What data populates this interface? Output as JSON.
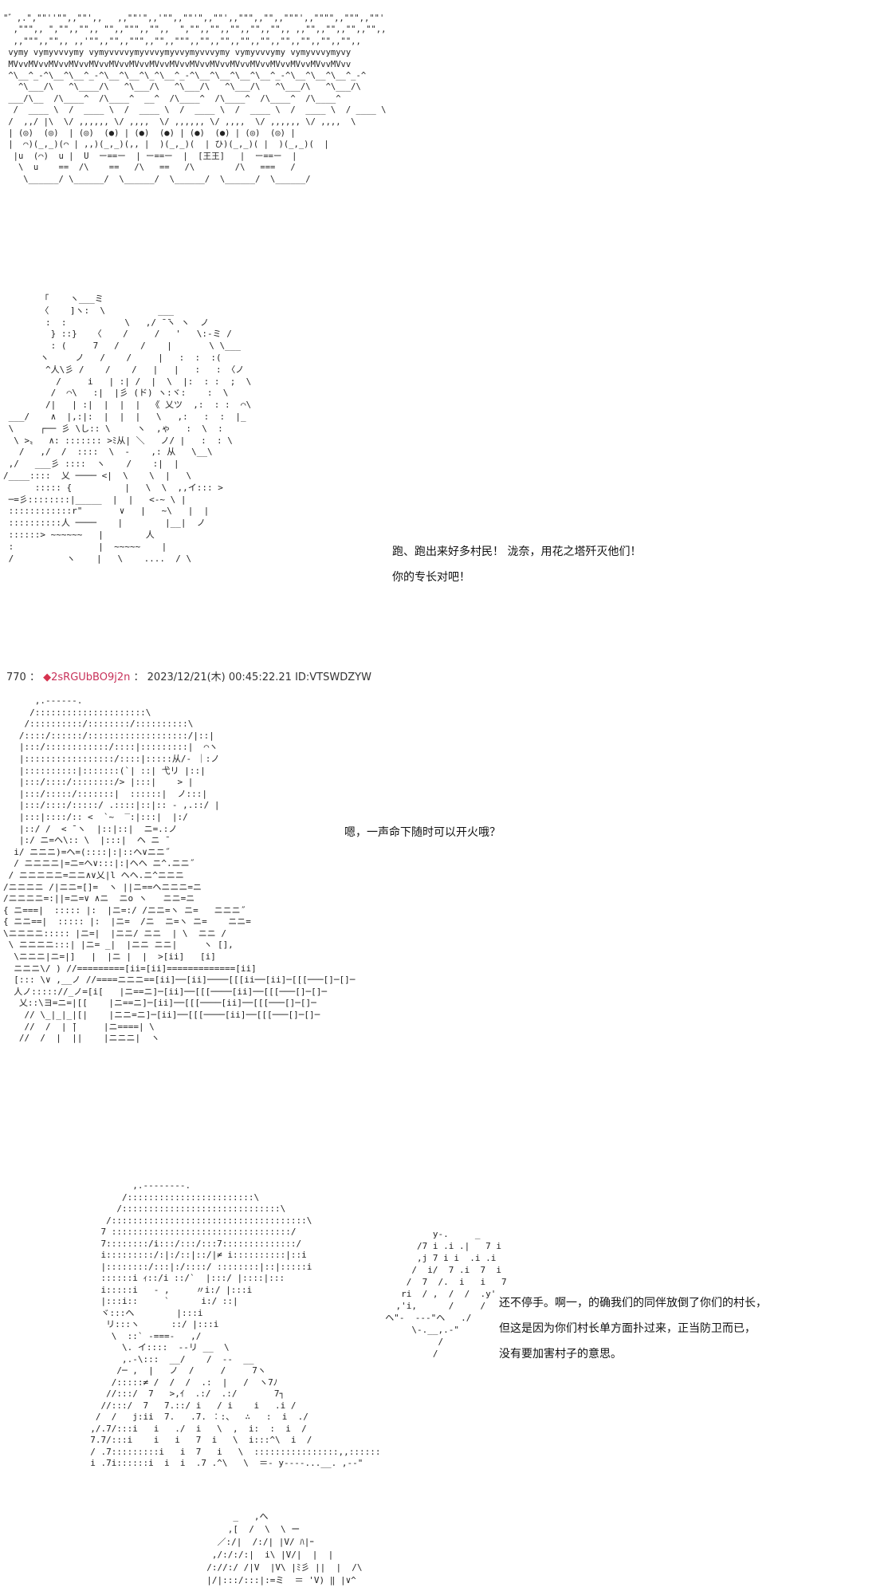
{
  "art": {
    "crowd": "\"゛,.\",\"\"''\"\",,\"\"',,   ,,\"\"'\",,'\"\",,\"\"'\",,\"\"',,\"\"\",,\"\",,\"\"\"',,\"\"\"\",,\"\"\",,\"\"'\n  ,\"\"\",, \",\"\",,\"\",, \"\",,\"\"\",,\"\",,  \",\"\",,\"\",,\"\",,\"\",,\"\",, ,,\"\",,\"\",,\"\",,\"\",,\n  ,,\"\"\",,\"\",, ,,'\"\",,\"\",,\"\"\",,\"\",,\"\"\",,\"\",,\"\",,\"\",,\"\",,\"\",,\"\",,\"\",,\"\",,\n vymy vymyvvvymy vymyvvvvymyvvvymyvvymyvvvymy vymyvvvymy vymyvvvymyvy\n MVvvMVvvMVvvMVvvMVvvMVvvMVvvMVvvMVvvMVvvMVvvMVvvMVvvMVvvMVvvMVvvMVvv\n ^\\__^_-^\\__^\\__^_-^\\__^\\__^\\_^\\__^_-^\\__^\\__^\\__^\\__^_-^\\__^\\__^\\__^_-^\n   ^\\___/\\   ^\\____/\\   ^\\___/\\   ^\\___/\\   ^\\___/\\   ^\\___/\\   ^\\___/\\\n ___/\\__  /\\____^  /\\____^  __^  /\\____^  /\\____^  /\\____^  /\\____^\n  /  ____ \\  /  ____ \\  /  ____ \\  /  ____ \\  /  ____ \\  /  ____ \\  / ____ \\\n /  ,,/ |\\  \\/ ,,,,,, \\/ ,,,,  \\/ ,,,,,, \\/ ,,,,  \\/ ,,,,,, \\/ ,,,,  \\\n | (◎)  (◎)  | (◎)  (●) | (●)  (●) | (●)  (●) | (◎)  (◎) |\n |  ⌒)(_,_)(⌒ | ,,)(_,_)(,, |  )(_,_)(  | ひ)(_,_)( |  )(_,_)(  |\n  |u  (⌒)  u |  U  ー==ー  | ー==ー  |  [王王]   |  ー==ー  |\n   \\  u    ==  /\\    ==   /\\   ==   /\\        /\\   ===   /\n    \\______/ \\______/  \\______/  \\______/  \\______/  \\______/",
    "girl_top": "       「    ヽ___ミ\n       〈    ]ヽ:  \\          ___\n        :  :           \\   ,/ ̄ ̄ヽ ヽ  ノ\n         } ::}   〈    /     /   '   \\:-ミ /\n         : (     7   /    /    |       \\ \\___\n       ヽ     ノ   /    /     |   :  :  :(\n        ^人\\彡 /    /    /   |   |   :   : 〈ノ\n          /     i   | :| /  |  \\  |:  : :  ;  \\\n         /  ⌒\\   :|  |彡 (ド) ヽ:ヾ:    :  \\\n        /|   | :|  |  |  |  《 乂ツ  ,:  : :  ⌒\\\n ___/    ∧  |,:|:  |  |  |   \\   ,:   :  :  |_\n \\     ┌── 彡 \\し:: \\     ヽ  ,ゃ   :  \\  :\n  \\ >〟  ∧: ::::::: >ﾐ从| ＼   ノ/ |   :  : \\\n   /   ,/  /  ::::  \\  -    ,: 从   \\__\\\n ,/   ___彡 ::::  ヽ    /    :|  |\n/____::::  乂 ──── <|  \\    \\  |   \\\n      ::::: {          |   \\  \\  ,,イ::: >\n ─=彡::::::::|_____  |  |   <-~ \\ |\n ::::::::::::r\"       ∨   |   ~\\   |  |\n ::::::::::人 ────    |        |__|  ノ\n ::::::> ~~~~~~   |        人\n :                |  ~~~~~    |\n /          ヽ    |   \\    ....  / \\",
    "gunner": "      ,.-‐‐‐‐-.\n     /:::::::::::::::::::::\\\n    /::::::::::/::::::::/::::::::::\\\n   /::::/::::::/:::::::::::::::::::/|::|\n   |:::/::::::::::::/::::|:::::::::|  ⌒ヽ\n   |:::::::::::::::::/::::|:::::从/- ｜:ノ\n   |::::::::::|:::::::(`| ::| 弋リ |::|\n   |:::/::::/::::::::/> |:::|    > |\n   |:::/:::::/:::::::|  ::::::|  ノ:::|\n   |:::/::::/:::::/ .::::|::|:: - ,.::/ |\n   |:::|::::/:: <  `~  ‾:|:::|  |:/\n   |::/ /  < ̄ ヽ  |::|::|  ニ=.:ノ\n   |:/ ニ=ヘ\\:: \\  |:::|  ヘ ニ ˉ\n  i/ ニニニ)=ヘ=(::::|:|::ヘ∨ニニ˝\n  / ニニニニ|=ニ=ヘ∨:::|:|ヘヘ ニ^.ニニ˝\n / ニニニニニ=ニニ∧∨乂|l ヘヘ.ニ^ニニニ\n/ニニニニ /|ニニ=[]=  ヽ ||ニ==ヘニニニ=ニ\n/ニニニニ=:||=ニ=∨ ∧ニ  ニo ヽ   ニニ=ニ\n{ ニ===|  ::::: |:  |ニ=:/ /ニニ=ヽ ニ=   ニニニ˝\n{ ニニ==|  ::::: |:  |ニ=  /ニ  ニ=ヽ ニ=    ニニ=\n\\ニニニニ::::: |ニ=|  |ニニ/ ニニ  | \\  ニニ /\n \\ ニニニニ:::| |ニ= _|  |ニニ ニニ|     ヽ [],\n  \\ニニニ|ニ=|]   |  |ニ |  |  >[ii]   [i]\n  ニニニ\\/ ) //=========[ii=[ii]=============[ii]\n  [::: \\∨ ,__ノ //====ニニニ==[ii]──[ii]────[[[ii──[ii]─[[[───[]─[]─\n  人ノ::::://_ノ=[i[   |ニ==ニ]─[ii]──[[[────[ii]──[[[───[]─[]─\n   乂::\\ヨ=ニ=|[[    |ニ==ニ]─[ii]──[[[────[ii]──[[[───[]─[]─\n    // \\_|_|_|[|    |ニニ=ニ]─[ii]──[[[────[ii]──[[[───[]─[]─\n    //  /  | ̄|     |ニ====| \\\n   //  /  |  ||    |ニニニ|  ヽ",
    "soldier": "          ,.--------.\n        /::::::::::::::::::::::::\\\n       /::::::::::::::::::::::::::::::\\\n     /:::::::::::::::::::::::::::::::::::::\\\n    7 ::::::::::::::::::::::::::::::::::/\n    7::::::::/i:::/:::/:::7::::::::::::::/\n    i:::::::::/:|:/::|::/|≠ i::::::::::|::i\n    |::::::::/:::|:/::::/ ::::::::|::|:::::i\n    ::::::i ｨ::/i ::/`  |:::/ |::::|:::\n    i:::::i   ‐ ,     〃i:/ |:::i\n    |:::i::     `      i:/ ::|\n    ヾ:::ヘ        |:::i\n     リ:::ヽ      ::/ |:::i\n      \\  ::` -===‐   ,/\n        \\. イ::::  ‐-リ __  \\\n        ,.-\\:::  __/    /  ‐-  __\n       /─ ,  |   ノ  /     /     7ヽ\n      /:::::≠ /  /  /  .:  |   /  ヽ7ﾉ\n     //:::/  7   >,ｲ  .:/  .:/       7┐\n    //:::/  7   7.::/ i   / i    i   .i /\n   /  /   j:ii  7.   .7. ︰:、  ∴   :  i  ./\n  ,/.7/:::i   i   ./  i   \\  ,  i:  :  i  /\n  7.7/:::i    i   i   7  i   \\  i:::^\\  i  /\n  / .7:::::::::i   i  7   i   \\  ::::::::::::::::,,::::::\n  i .7i::::::i  i  i  .7 .^\\   \\  ＝- y‐‐--...__. ,--\"",
    "hand": "           y-.     _\n        /7 i .i .|   7 i\n        ,j 7 i i  .i .i\n       /  i/  7 .i  7  i\n      /  7  /.  i   i   7\n     ri  / ,  /  /  .y'\n    ,'i,      /     /\n  ヘ\"-  ---\"ヘ   ./\n       \\-.__,.-\"\n            /\n           /",
    "bottom": "       _   ,へ\n      ,[  /  \\  \\ ー\n    ／:/|  /:/| |V/ ﾊ|ｰ\n   ,/:/:/:|  i\\ |V/|  |  |\n  /://:/ /|V  |V\\ |ﾐ彡 ||  |  /\\\n  |/|:::/:::|:=ミ  ＝ 'V) ‖ |∨^"
  },
  "dialogs": {
    "d1_line1": "跑、跑出来好多村民！  泷奈，用花之塔歼灭他们！",
    "d1_line2": "你的专长对吧！",
    "d2_line1": "嗯，一声命下随时可以开火哦？",
    "d3_line1": "还不停手。啊一，的确我们的同伴放倒了你们的村长，",
    "d3_line2": "但这是因为你们村长单方面扑过来，正当防卫而已，",
    "d3_line3": "没有要加害村子的意思。"
  },
  "post": {
    "number": "770",
    "separator": "：",
    "diamond": "◆",
    "trip": "2sRGUbBO9j2n",
    "separator2": "：",
    "datetime": "2023/12/21(木) 00:45:22.21",
    "id": "ID:VTSWDZYW"
  },
  "colors": {
    "text": "#111111",
    "art": "#222222",
    "trip": "#c8325a"
  }
}
